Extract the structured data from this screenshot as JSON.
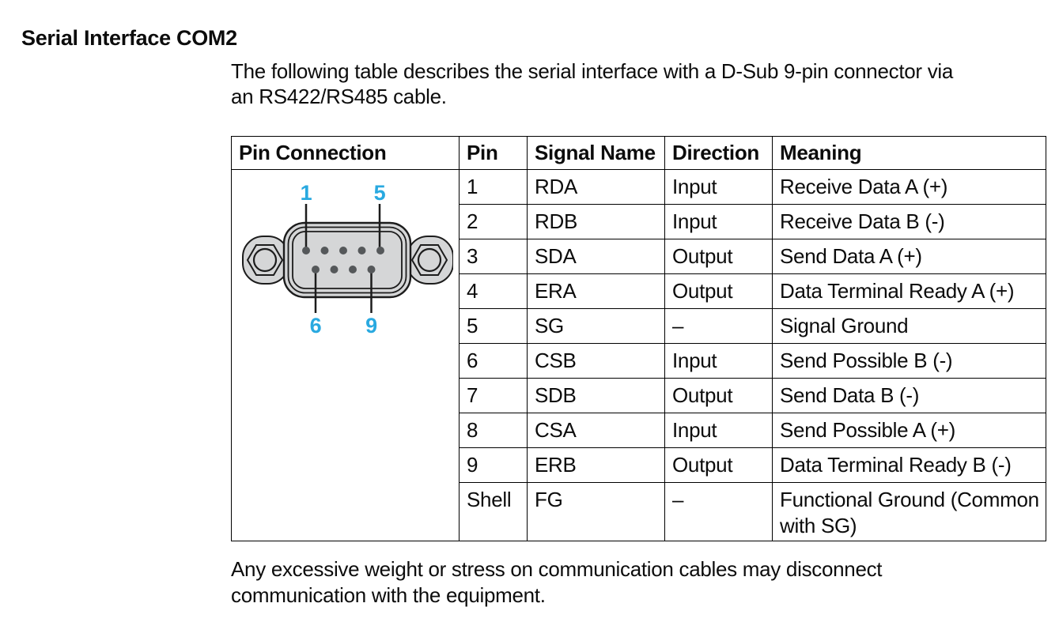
{
  "page": {
    "heading": "Serial Interface COM2",
    "intro_line1": "The following table describes the serial interface with a D-Sub 9-pin connector via",
    "intro_line2": "an RS422/RS485 cable.",
    "footer_line1": "Any excessive weight or stress on communication cables may disconnect",
    "footer_line2": "communication with the equipment."
  },
  "table": {
    "headers": [
      "Pin Connection",
      "Pin",
      "Signal Name",
      "Direction",
      "Meaning"
    ],
    "rows": [
      {
        "pin": "1",
        "signal": "RDA",
        "direction": "Input",
        "meaning": "Receive Data A (+)"
      },
      {
        "pin": "2",
        "signal": "RDB",
        "direction": "Input",
        "meaning": "Receive Data B (-)"
      },
      {
        "pin": "3",
        "signal": "SDA",
        "direction": "Output",
        "meaning": "Send Data A (+)"
      },
      {
        "pin": "4",
        "signal": "ERA",
        "direction": "Output",
        "meaning": "Data Terminal Ready A (+)"
      },
      {
        "pin": "5",
        "signal": "SG",
        "direction": "–",
        "meaning": "Signal Ground"
      },
      {
        "pin": "6",
        "signal": "CSB",
        "direction": "Input",
        "meaning": "Send Possible B (-)"
      },
      {
        "pin": "7",
        "signal": "SDB",
        "direction": "Output",
        "meaning": "Send Data B (-)"
      },
      {
        "pin": "8",
        "signal": "CSA",
        "direction": "Input",
        "meaning": "Send Possible A (+)"
      },
      {
        "pin": "9",
        "signal": "ERB",
        "direction": "Output",
        "meaning": "Data Terminal Ready B (-)"
      },
      {
        "pin": "Shell",
        "signal": "FG",
        "direction": "–",
        "meaning": "Functional Ground (Common with SG)"
      }
    ]
  },
  "diagram": {
    "type": "D-Sub 9-pin connector, front view",
    "pin_labels": {
      "top_left": "1",
      "top_right": "5",
      "bottom_left": "6",
      "bottom_right": "9"
    },
    "colors": {
      "label_blue": "#29A9E0",
      "body_gray": "#D5D6D7",
      "pin_gray": "#55585A",
      "outline": "#1C1C1C"
    }
  }
}
